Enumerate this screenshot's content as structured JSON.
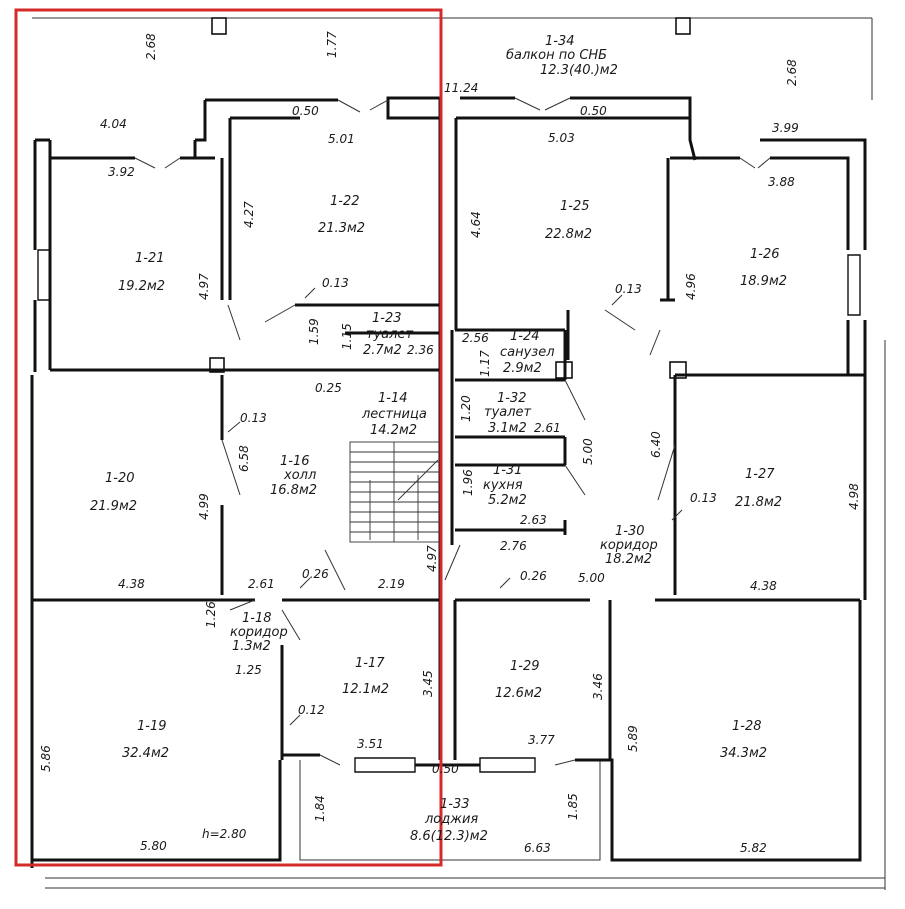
{
  "rooms": [
    {
      "id": "r121",
      "number": "1-21",
      "area": "19.2м2"
    },
    {
      "id": "r122",
      "number": "1-22",
      "area": "21.3м2"
    },
    {
      "id": "r125",
      "number": "1-25",
      "area": "22.8м2"
    },
    {
      "id": "r126",
      "number": "1-26",
      "area": "18.9м2"
    },
    {
      "id": "r123",
      "number": "1-23",
      "name": "туалет",
      "area": "2.7м2"
    },
    {
      "id": "r124",
      "number": "1-24",
      "name": "санузел",
      "area": "2.9м2"
    },
    {
      "id": "r114",
      "number": "1-14",
      "name": "лестница",
      "area": "14.2м2"
    },
    {
      "id": "r132",
      "number": "1-32",
      "name": "туалет",
      "area": "3.1м2"
    },
    {
      "id": "r131",
      "number": "1-31",
      "name": "кухня",
      "area": "5.2м2"
    },
    {
      "id": "r116",
      "number": "1-16",
      "name": "холл",
      "area": "16.8м2"
    },
    {
      "id": "r120",
      "number": "1-20",
      "area": "21.9м2"
    },
    {
      "id": "r127",
      "number": "1-27",
      "area": "21.8м2"
    },
    {
      "id": "r130",
      "number": "1-30",
      "name": "коридор",
      "area": "18.2м2"
    },
    {
      "id": "r118",
      "number": "1-18",
      "name": "коридор",
      "area": "1.3м2"
    },
    {
      "id": "r117",
      "number": "1-17",
      "area": "12.1м2"
    },
    {
      "id": "r129",
      "number": "1-29",
      "area": "12.6м2"
    },
    {
      "id": "r119",
      "number": "1-19",
      "area": "32.4м2"
    },
    {
      "id": "r128",
      "number": "1-28",
      "area": "34.3м2"
    },
    {
      "id": "r133",
      "number": "1-33",
      "name": "лоджия",
      "area": "8.6(12.3)м2"
    },
    {
      "id": "r134",
      "number": "1-34",
      "name": "балкон по СНБ",
      "area": "12.3(40.)м2"
    }
  ],
  "dimensions": [
    "2.68",
    "1.77",
    "11.24",
    "2.68",
    "0.50",
    "0.50",
    "4.04",
    "5.01",
    "5.03",
    "3.99",
    "3.92",
    "3.88",
    "4.27",
    "4.64",
    "4.97",
    "4.96",
    "0.13",
    "0.13",
    "1.59",
    "1.15",
    "2.36",
    "2.56",
    "1.17",
    "0.25",
    "1.20",
    "2.61",
    "0.13",
    "6.58",
    "5.00",
    "6.40",
    "1.96",
    "4.99",
    "2.63",
    "0.13",
    "4.98",
    "2.76",
    "4.97",
    "4.38",
    "2.61",
    "0.26",
    "2.19",
    "0.26",
    "5.00",
    "4.38",
    "1.26",
    "1.25",
    "0.12",
    "3.45",
    "3.46",
    "5.89",
    "5.86",
    "3.51",
    "3.77",
    "0.50",
    "1.84",
    "1.85",
    "6.63",
    "5.80",
    "5.82"
  ],
  "height_note": "h=2.80",
  "highlight_color": "#d42a2a"
}
